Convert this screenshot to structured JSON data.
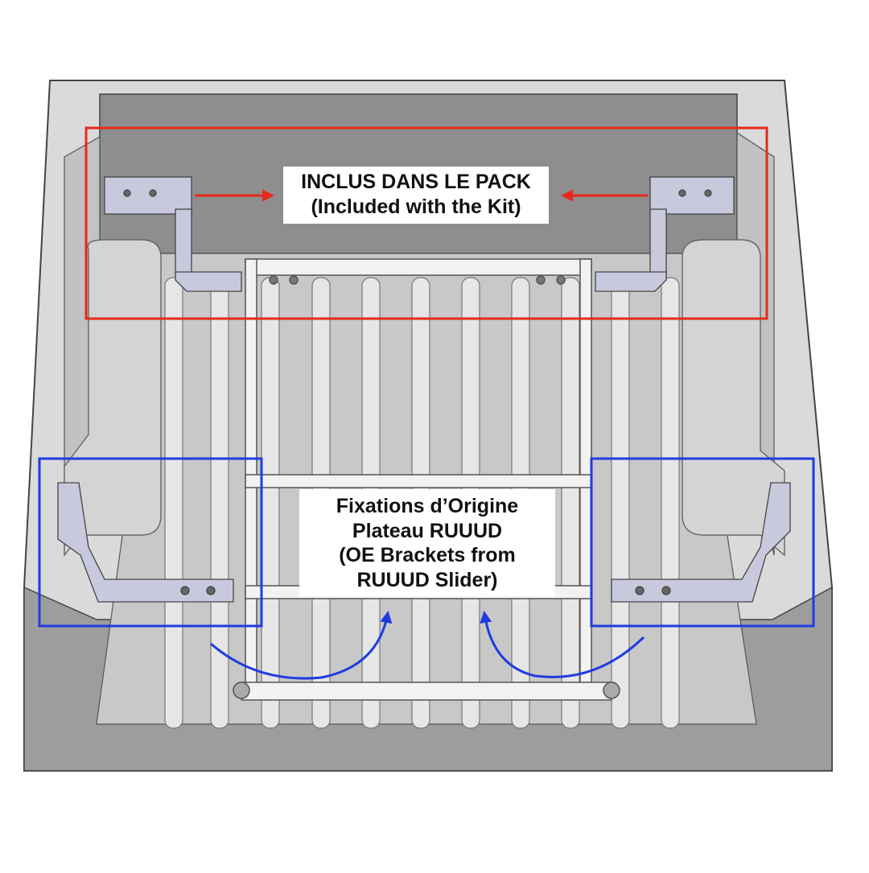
{
  "labels": {
    "included": {
      "line1": "INCLUS DANS LE PACK",
      "line2": "(Included with the Kit)"
    },
    "oe_brackets": {
      "line1": "Fixations d’Origine",
      "line2": "Plateau RUUUD",
      "line3": "(OE Brackets from",
      "line4": "RUUUD Slider)"
    }
  },
  "colors": {
    "included_highlight": "#e8281b",
    "oe_highlight": "#1f3ce0",
    "arrow_included": "#e8281b",
    "arrow_oe": "#1f3ce0",
    "tub_light": "#d9d9d9",
    "tub_dark": "#9a9a9a",
    "bracket_steel": "#c9c9de"
  },
  "icons": {
    "included_arrows": "arrow-right-icon / arrow-left-icon",
    "oe_arrows": "curved-arrow-icon"
  }
}
